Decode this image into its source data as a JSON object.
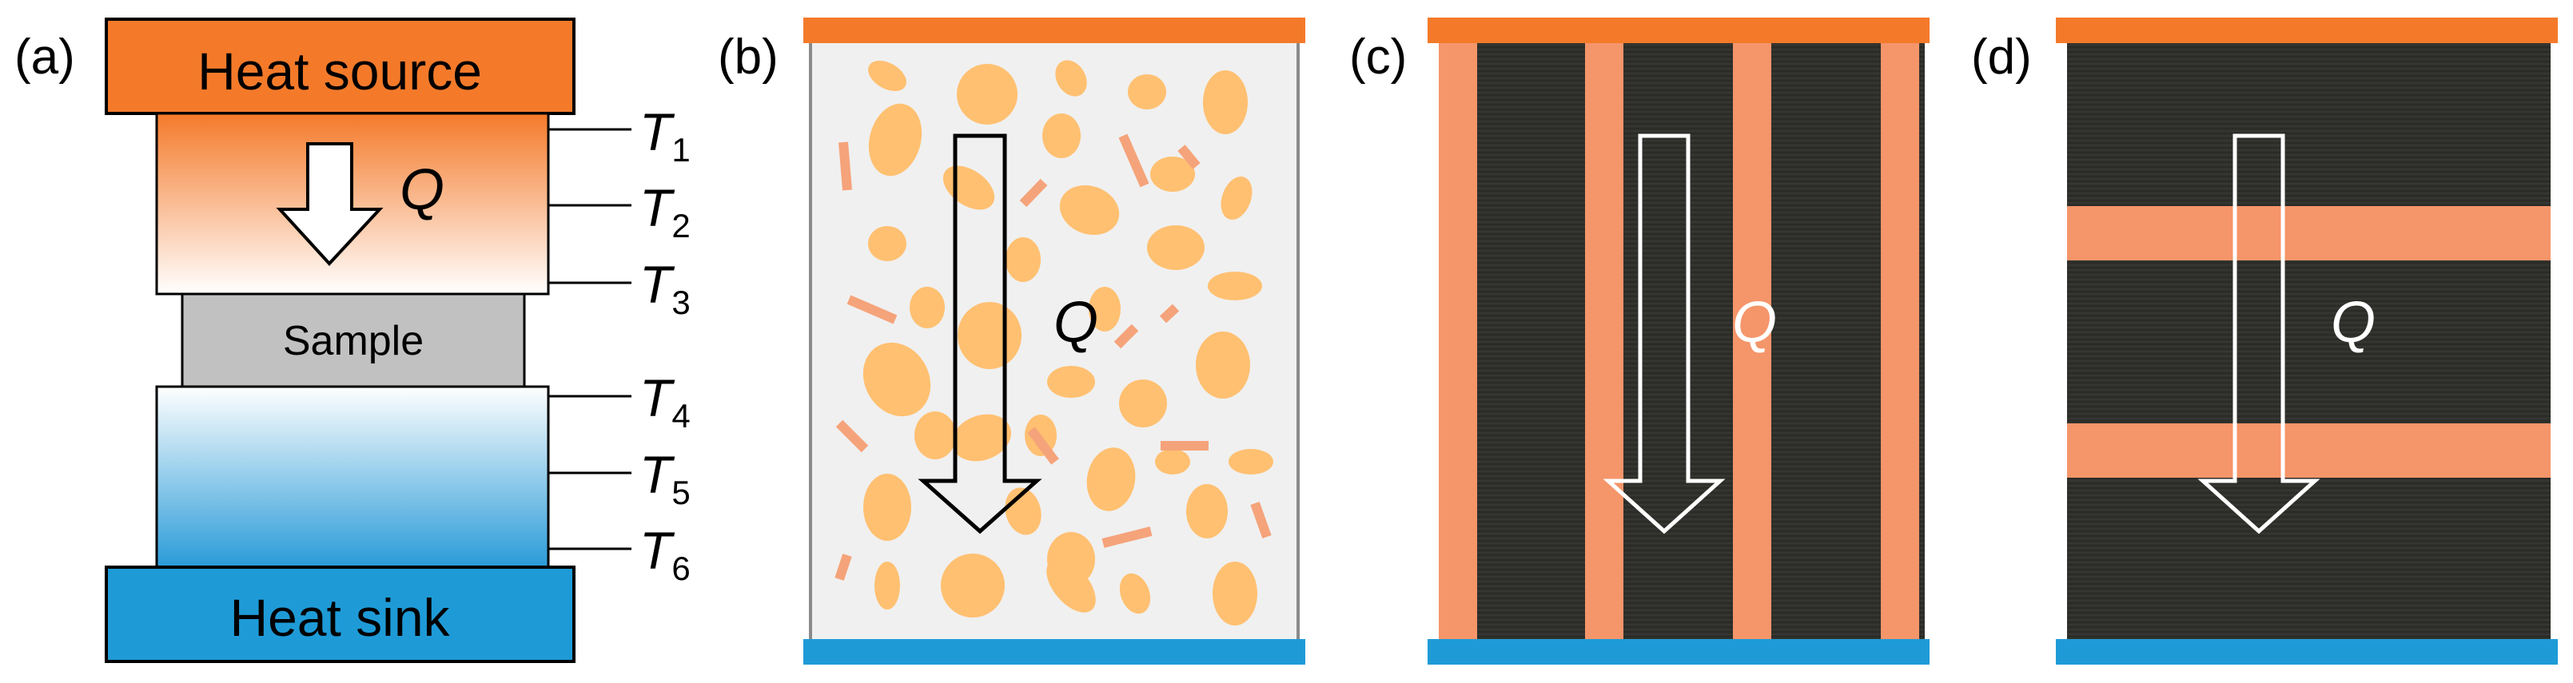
{
  "panels": {
    "a": {
      "label": "(a)",
      "heat_source": "Heat source",
      "sample": "Sample",
      "heat_sink": "Heat sink",
      "flux": "Q",
      "thermocouples": [
        {
          "base": "T",
          "sub": "1"
        },
        {
          "base": "T",
          "sub": "2"
        },
        {
          "base": "T",
          "sub": "3"
        },
        {
          "base": "T",
          "sub": "4"
        },
        {
          "base": "T",
          "sub": "5"
        },
        {
          "base": "T",
          "sub": "6"
        }
      ]
    },
    "b": {
      "label": "(b)",
      "flux": "Q"
    },
    "c": {
      "label": "(c)",
      "flux": "Q"
    },
    "d": {
      "label": "(d)",
      "flux": "Q"
    }
  },
  "colors": {
    "source": "#f47a2a",
    "sink": "#1e9bd7",
    "filler": "#ffc071",
    "stripe": "#f5956a",
    "matrix_dark": "#2f302b",
    "sample_gray": "#c1c1c1",
    "matrix_light": "#f0f0f0"
  }
}
